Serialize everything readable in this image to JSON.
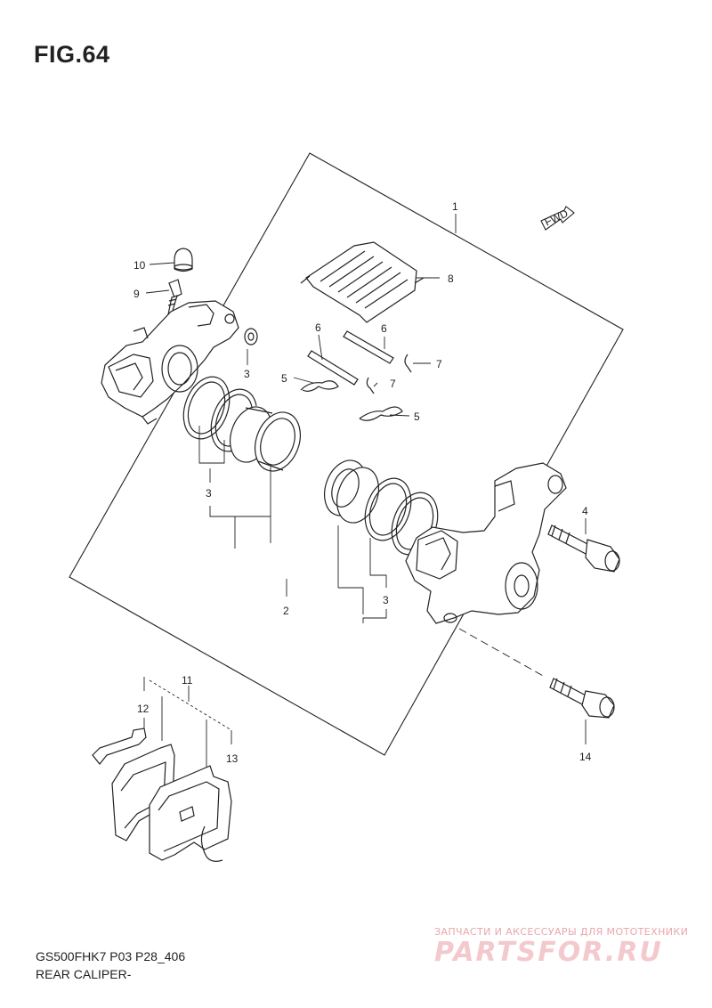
{
  "figure": {
    "title": "FIG.64"
  },
  "direction_arrow": {
    "label": "FWD"
  },
  "callouts": [
    {
      "id": "c1",
      "label": "1"
    },
    {
      "id": "c2",
      "label": "2"
    },
    {
      "id": "c3a",
      "label": "3"
    },
    {
      "id": "c3b",
      "label": "3"
    },
    {
      "id": "c3c",
      "label": "3"
    },
    {
      "id": "c4",
      "label": "4"
    },
    {
      "id": "c5a",
      "label": "5"
    },
    {
      "id": "c5b",
      "label": "5"
    },
    {
      "id": "c6a",
      "label": "6"
    },
    {
      "id": "c6b",
      "label": "6"
    },
    {
      "id": "c7a",
      "label": "7"
    },
    {
      "id": "c7b",
      "label": "7"
    },
    {
      "id": "c8",
      "label": "8"
    },
    {
      "id": "c9",
      "label": "9"
    },
    {
      "id": "c10",
      "label": "10"
    },
    {
      "id": "c11",
      "label": "11"
    },
    {
      "id": "c12",
      "label": "12"
    },
    {
      "id": "c13",
      "label": "13"
    },
    {
      "id": "c14",
      "label": "14"
    }
  ],
  "footer": {
    "model_code": "GS500FHK7 P03 P28_406",
    "diagram_name": "REAR CALIPER-"
  },
  "watermark": {
    "tagline": "ЗАПЧАСТИ И АКСЕССУАРЫ ДЛЯ МОТОТЕХНИКИ",
    "brand": "PARTSFOR.RU"
  },
  "colors": {
    "line": "#222222",
    "watermark": "#f3c9cd"
  }
}
